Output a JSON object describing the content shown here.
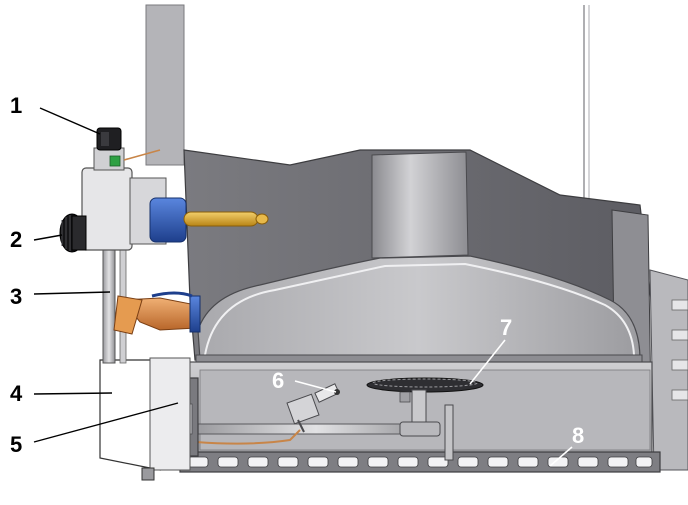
{
  "figure": {
    "type": "cutaway technical illustration of a gas-fired appliance burner assembly",
    "background": "#ffffff"
  },
  "callouts": [
    {
      "label": "1",
      "part": "control-knob-top"
    },
    {
      "label": "2",
      "part": "gas-control-knob"
    },
    {
      "label": "3",
      "part": "gas-inlet-pipe"
    },
    {
      "label": "4",
      "part": "bracket-housing"
    },
    {
      "label": "5",
      "part": "access-panel"
    },
    {
      "label": "6",
      "part": "pilot-assembly"
    },
    {
      "label": "7",
      "part": "main-burner"
    },
    {
      "label": "8",
      "part": "combustion-chamber-floor"
    }
  ],
  "colors": {
    "chamber_dark": "#6e6e72",
    "chamber_mid": "#9a9a9e",
    "chamber_light": "#c8c8cc",
    "control_body": "#e4e4e6",
    "knob_black": "#1a1a1a",
    "blue_fitting": "#2f5fbf",
    "brass_probe": "#d9a52c",
    "copper_valve": "#d98a3a"
  }
}
